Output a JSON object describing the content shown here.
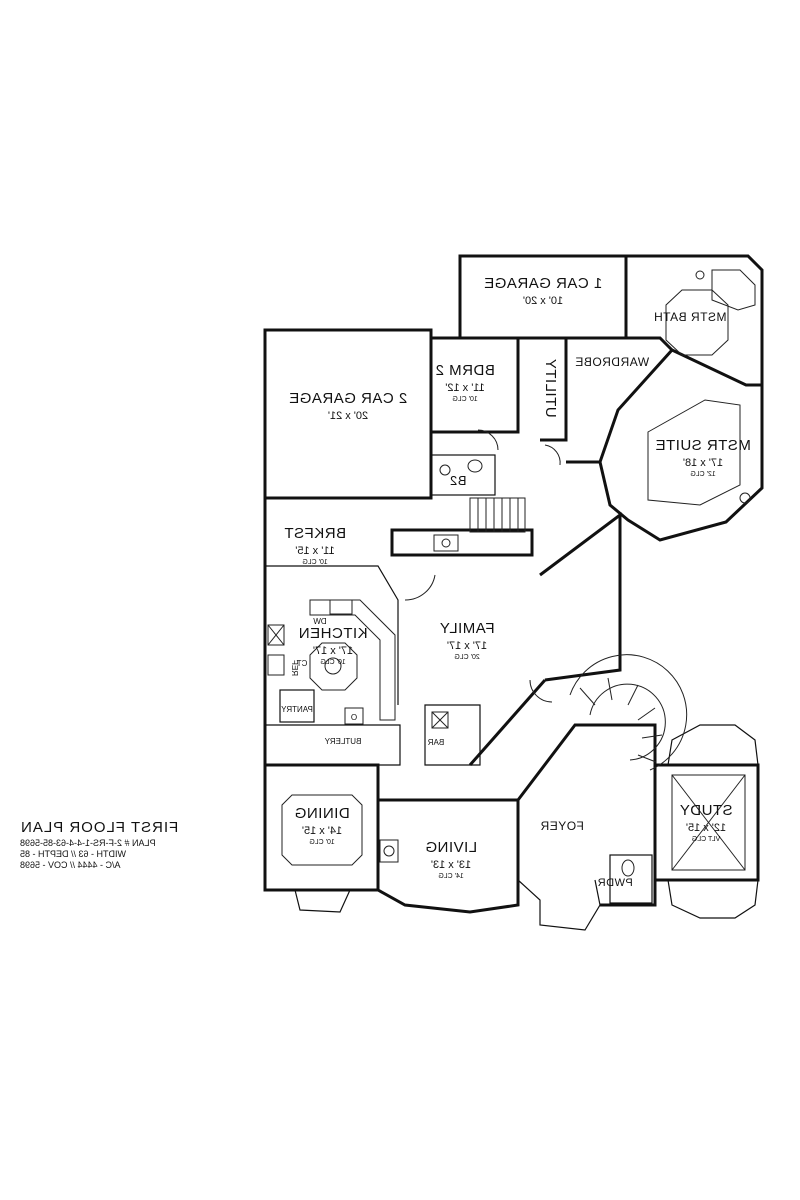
{
  "title_block": {
    "title": "FIRST FLOOR PLAN",
    "plan_number": "PLAN # 2-F-RS-1-4-4-63-85-5698",
    "width_depth": "WIDTH - 63 // DEPTH - 85",
    "area": "A/C - 4444 // COV - 5698"
  },
  "rooms": {
    "garage1": {
      "name": "1 CAR GARAGE",
      "dim": "10' x 20'"
    },
    "garage2": {
      "name": "2 CAR GARAGE",
      "dim": "20' x 21'"
    },
    "bdrm2": {
      "name": "BDRM 2",
      "dim": "11' x 12'",
      "clg": "10' CLG"
    },
    "util": {
      "name": "UTILITY"
    },
    "b2": {
      "name": "B2"
    },
    "wardrobe": {
      "name": "WARDROBE"
    },
    "mstr_bath": {
      "name": "MSTR BATH"
    },
    "mstr_suite": {
      "name": "MSTR SUITE",
      "dim": "17' x 18'",
      "clg": "12' CLG"
    },
    "brkfst": {
      "name": "BRKFST",
      "dim": "11' x 15'",
      "clg": "10' CLG"
    },
    "kitchen": {
      "name": "KITCHEN",
      "dim": "17' x 17'",
      "clg": "10' CLG"
    },
    "family": {
      "name": "FAMILY",
      "dim": "17' x 17'",
      "clg": "20' CLG"
    },
    "pantry": {
      "name": "PANTRY"
    },
    "butlery": {
      "name": "BUTLERY"
    },
    "bar": {
      "name": "BAR"
    },
    "dining": {
      "name": "DINING",
      "dim": "14' x 15'",
      "clg": "10' CLG"
    },
    "living": {
      "name": "LIVING",
      "dim": "13' x 13'",
      "clg": "14' CLG"
    },
    "foyer": {
      "name": "FOYER"
    },
    "pwdr": {
      "name": "PWDR"
    },
    "study": {
      "name": "STUDY",
      "dim": "12' x 15'",
      "clg": "VLT CLG"
    }
  },
  "fixtures": {
    "dw": "DW",
    "ref": "REF",
    "ct": "CT",
    "o": "O"
  }
}
